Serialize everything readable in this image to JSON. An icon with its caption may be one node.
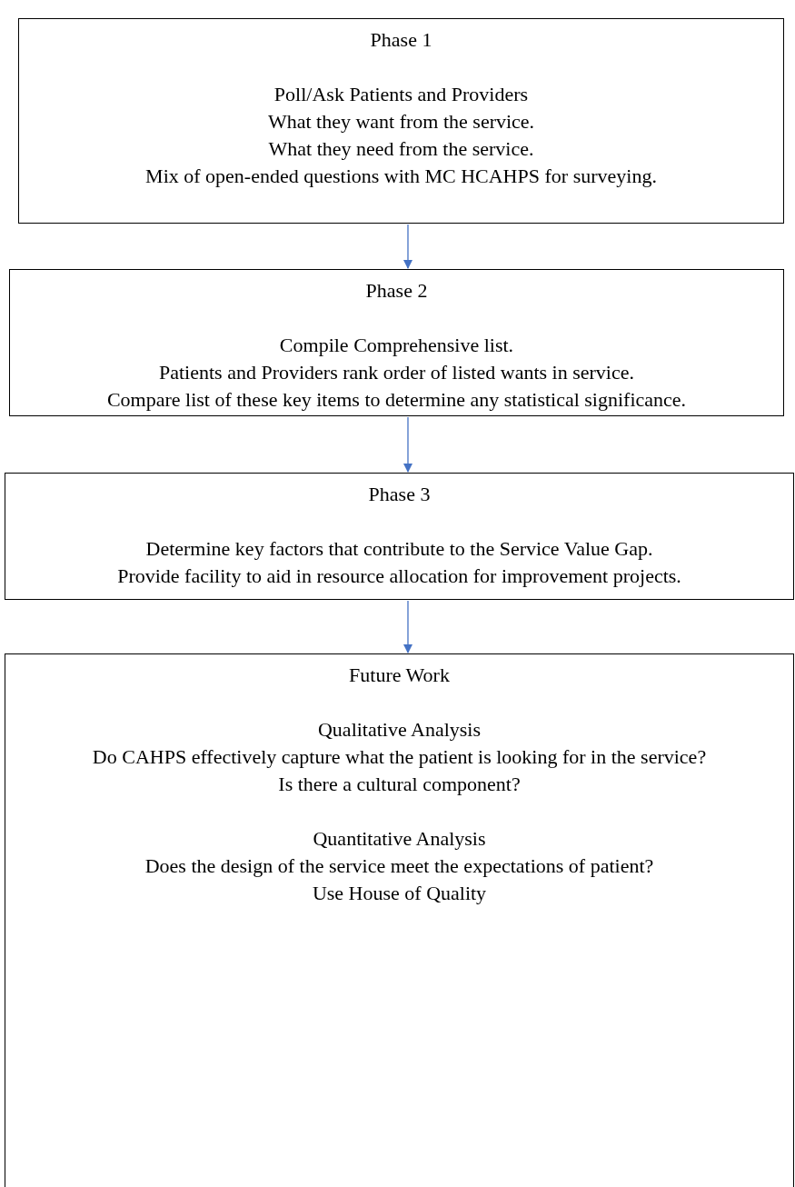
{
  "diagram": {
    "nodes": [
      {
        "text": [
          "Phase 1",
          "Poll/Ask Patients and Providers",
          "What they want from the service.",
          "What they need from the service.",
          "Mix of open-ended questions with MC HCAHPS for surveying."
        ]
      },
      {
        "text": [
          "Phase 2",
          "Compile Comprehensive list.",
          "Patients and Providers rank order of listed wants in service.",
          "Compare list of these key items to determine any statistical significance."
        ]
      },
      {
        "text": [
          "Phase 3",
          "Determine key factors that contribute to the Service Value Gap.",
          "Provide facility to aid in resource allocation for improvement projects."
        ]
      },
      {
        "text": [
          "Future Work",
          "Qualitative Analysis",
          "Do CAHPS effectively capture what the patient is looking for in the service?",
          "Is there a cultural component?",
          "Quantitative Analysis",
          "Does the design of the service meet the expectations of patient?",
          "Use House of Quality"
        ]
      }
    ],
    "edges": [
      {
        "from": 0,
        "to": 1,
        "arrow": "to"
      },
      {
        "from": 1,
        "to": 2,
        "arrow": "to"
      },
      {
        "from": 2,
        "to": 3,
        "arrow": "to"
      }
    ]
  }
}
